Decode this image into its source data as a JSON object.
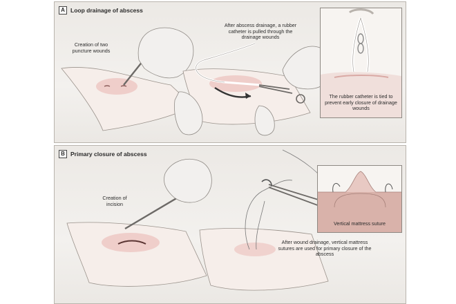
{
  "panel_a": {
    "letter": "A",
    "title": "Loop drainage of abscess",
    "label_puncture": "Creation of two puncture wounds",
    "label_catheter_pulled": "After abscess drainage, a rubber catheter is pulled through the drainage wounds",
    "label_catheter_tied": "The rubber catheter is tied to prevent early closure of drainage wounds"
  },
  "panel_b": {
    "letter": "B",
    "title": "Primary closure of abscess",
    "label_incision": "Creation of incision",
    "label_vertical_mattress": "Vertical mattress suture",
    "label_sutures_used": "After wound drainage, vertical mattress sutures are used for primary closure of the abscess"
  },
  "colors": {
    "background": "#ece9e5",
    "skin": "#f4ebe7",
    "abscess": "#e6b3b0",
    "catheter": "#ffffff",
    "instrument": "#6d6a67",
    "border": "#b9b4ad"
  },
  "icons": [
    "hand-with-scalpel-icon",
    "hand-with-forceps-icon",
    "catheter-loop-icon",
    "needle-holder-icon",
    "suture-needle-icon"
  ]
}
